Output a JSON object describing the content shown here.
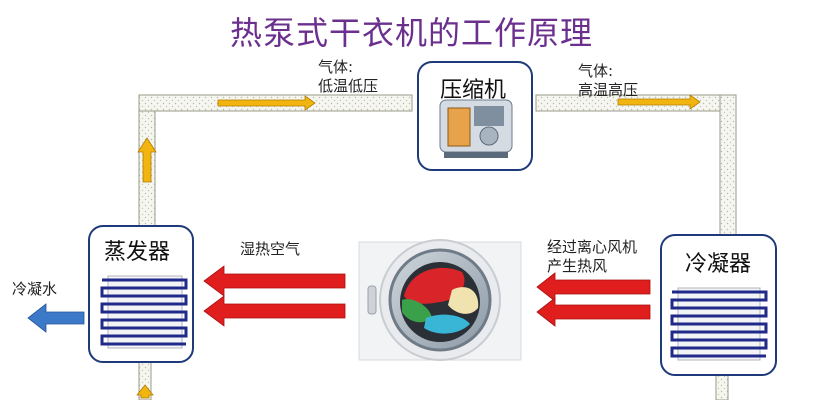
{
  "title": "热泵式干衣机的工作原理",
  "compressor": {
    "label": "压缩机"
  },
  "evaporator": {
    "label": "蒸发器"
  },
  "condenser": {
    "label": "冷凝器"
  },
  "gas_low": {
    "line1": "气体:",
    "line2": "低温低压"
  },
  "gas_high": {
    "line1": "气体:",
    "line2": "高温高压"
  },
  "humid_air": {
    "label": "湿热空气"
  },
  "fan_air": {
    "line1": "经过离心风机",
    "line2": "产生热风"
  },
  "condensate": {
    "label": "冷凝水"
  },
  "colors": {
    "title": "#6b2f8e",
    "flow_arrow": "#f2b50f",
    "air_arrow": "#e01e1e",
    "water_arrow": "#3d79c9",
    "coil": "#1f2a8a",
    "pipe": "#f4f4ee"
  }
}
